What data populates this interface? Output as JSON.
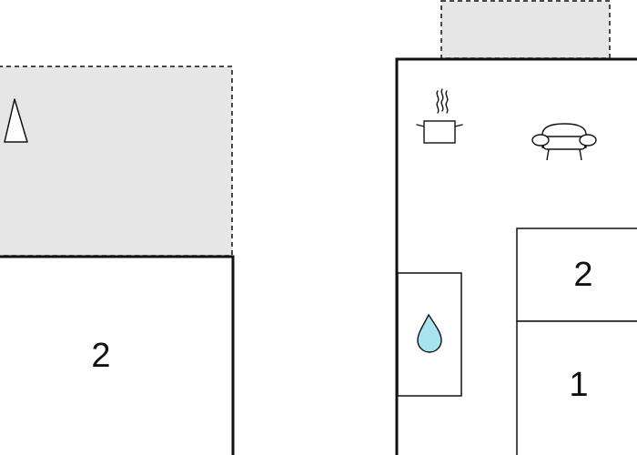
{
  "floorplan": {
    "left_block": {
      "bedroom_label": "2"
    },
    "right_block": {
      "bedroom_upper_label": "2",
      "bedroom_lower_label": "1"
    },
    "icons": [
      "tent-icon",
      "cooking-pot-icon",
      "sofa-icon",
      "water-drop-icon"
    ],
    "colors": {
      "wall": "#111111",
      "outdoor_area": "#e6e6e6",
      "water": "#a8e4f0"
    }
  }
}
